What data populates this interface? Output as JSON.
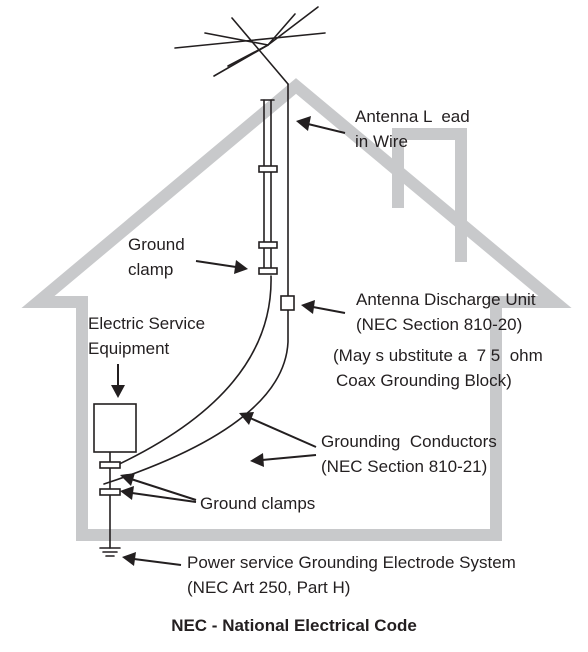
{
  "labels": {
    "lead_in_line1": "Antenna L  ead",
    "lead_in_line2": "in Wire",
    "ground_clamp_line1": "Ground",
    "ground_clamp_line2": "clamp",
    "discharge_line1": "Antenna Discharge Unit",
    "discharge_line2": "(NEC Section 810-20)",
    "discharge_line3": "(May s ubstitute a  7 5  ohm",
    "discharge_line4": "Coax Grounding Block)",
    "service_line1": "Electric Service",
    "service_line2": "Equipment",
    "conductors_line1": "Grounding  Conductors",
    "conductors_line2": "(NEC Section 810-21)",
    "ground_clamps": "Ground clamps",
    "electrode_line1": "Power service Grounding Electrode System",
    "electrode_line2": "(NEC Art 250, Part H)"
  },
  "caption": "NEC - National Electrical Code",
  "colors": {
    "house_outline": "#c8c9cb",
    "line": "#231f20",
    "text": "#231f20",
    "background": "#ffffff"
  }
}
